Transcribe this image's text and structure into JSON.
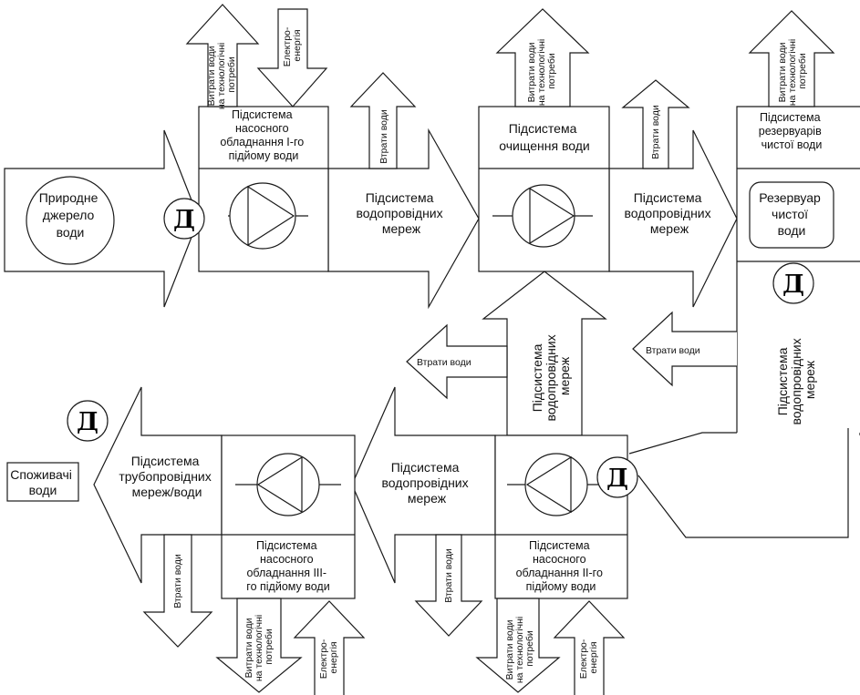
{
  "blocks": {
    "source": {
      "lines": [
        "Природне",
        "джерело",
        "води"
      ]
    },
    "pump1": {
      "lines": [
        "Підсистема",
        "насосного",
        "обладнання І-го",
        "підйому води"
      ]
    },
    "treatment": {
      "lines": [
        "Підсистема",
        "очищення води"
      ]
    },
    "reservoir_sub": {
      "lines": [
        "Підсистема",
        "резервуарів",
        "чистої води"
      ]
    },
    "reservoir": {
      "lines": [
        "Резервуар",
        "чистої",
        "води"
      ]
    },
    "pump2": {
      "lines": [
        "Підсистема",
        "насосного",
        "обладнання ІІ-го",
        "підйому води"
      ]
    },
    "pump3": {
      "lines": [
        "Підсистема",
        "насосного",
        "обладнання ІІІ-",
        "го підйому води"
      ]
    },
    "consumers": {
      "lines": [
        "Споживачі",
        "води"
      ]
    }
  },
  "networks": {
    "top1": {
      "lines": [
        "Підсистема",
        "водопровідних",
        "мереж"
      ]
    },
    "top2": {
      "lines": [
        "Підсистема",
        "водопровідних",
        "мереж"
      ]
    },
    "vertical_mid": {
      "lines": [
        "Підсистема",
        "водопровідних",
        "мереж"
      ]
    },
    "vertical_right": {
      "lines": [
        "Підсистема",
        "водопровідних",
        "мереж"
      ]
    },
    "bottom_mid": {
      "lines": [
        "Підсистема",
        "водопровідних",
        "мереж"
      ]
    },
    "pipeline": {
      "lines": [
        "Підсистема",
        "трубопровідних",
        "мереж/води"
      ]
    }
  },
  "losses": {
    "tech_loss": {
      "lines": [
        "Витрати води",
        "на технологічні",
        "потреби"
      ]
    },
    "tech_loss_abbrev": {
      "lines": [
        "Витрати води",
        "на технологічні",
        "потреби"
      ]
    },
    "water_loss": {
      "text": "Втрати води"
    },
    "water_loss_alt": {
      "text": "Втрати води"
    },
    "water_loss_short": {
      "text": "Втрати води"
    }
  },
  "energy": {
    "lines": [
      "Електро-",
      "енергія"
    ]
  },
  "sensor": {
    "letter": "Д"
  }
}
